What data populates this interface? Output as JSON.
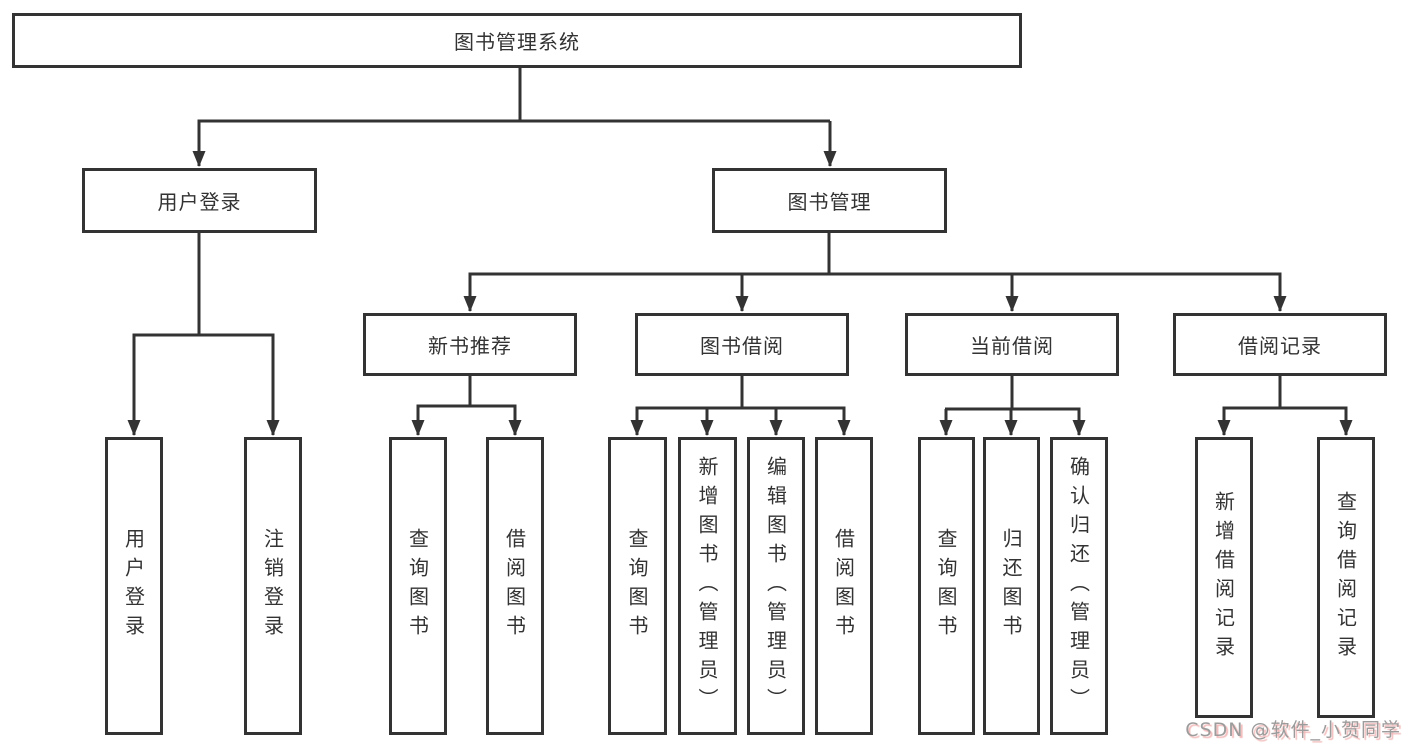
{
  "watermark": "CSDN @软件_小贺同学",
  "colors": {
    "line": "#333333",
    "node_border": "#333333",
    "node_text": "#333333",
    "background": "#ffffff",
    "watermark_text": "#9c9c9c",
    "watermark_shadow": "#f2b9b9"
  },
  "tree": {
    "label": "图书管理系统",
    "children": [
      {
        "label": "用户登录",
        "children": [
          {
            "label": "用户登录"
          },
          {
            "label": "注销登录"
          }
        ]
      },
      {
        "label": "图书管理",
        "children": [
          {
            "label": "新书推荐",
            "children": [
              {
                "label": "查询图书"
              },
              {
                "label": "借阅图书"
              }
            ]
          },
          {
            "label": "图书借阅",
            "children": [
              {
                "label": "查询图书"
              },
              {
                "label": "新增图书（管理员）"
              },
              {
                "label": "编辑图书（管理员）"
              },
              {
                "label": "借阅图书"
              }
            ]
          },
          {
            "label": "当前借阅",
            "children": [
              {
                "label": "查询图书"
              },
              {
                "label": "归还图书"
              },
              {
                "label": "确认归还（管理员）"
              }
            ]
          },
          {
            "label": "借阅记录",
            "children": [
              {
                "label": "新增借阅记录"
              },
              {
                "label": "查询借阅记录"
              }
            ]
          }
        ]
      }
    ]
  }
}
